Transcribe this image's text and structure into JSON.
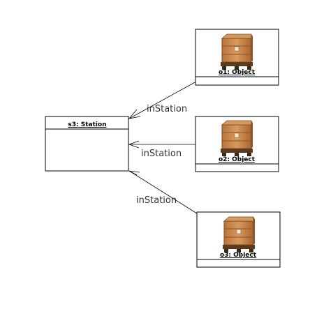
{
  "station": {
    "title": "s3: Station"
  },
  "objects": [
    {
      "title": "o1: Object",
      "icon": "pallet-crate-icon"
    },
    {
      "title": "o2: Object",
      "icon": "pallet-crate-icon"
    },
    {
      "title": "o3: Object",
      "icon": "pallet-crate-icon"
    }
  ],
  "edges": [
    {
      "label": "inStation",
      "from": "o1: Object",
      "to": "s3: Station"
    },
    {
      "label": "inStation",
      "from": "o2: Object",
      "to": "s3: Station"
    },
    {
      "label": "inStation",
      "from": "o3: Object",
      "to": "s3: Station"
    }
  ],
  "colors": {
    "crate_wood": "#c8844a",
    "crate_dark": "#8a5427",
    "pallet": "#5a3a1e"
  }
}
